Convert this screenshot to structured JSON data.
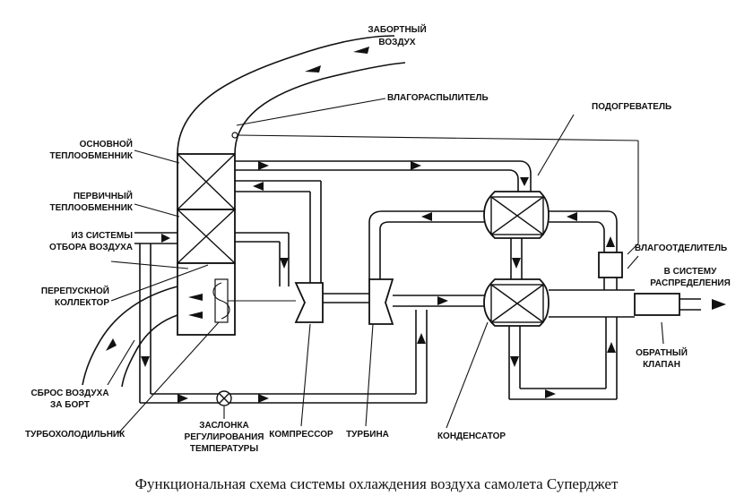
{
  "labels": {
    "intake_air": [
      "ЗАБОРТНЫЙ",
      "ВОЗДУХ"
    ],
    "water_sprayer": "ВЛАГОРАСПЫЛИТЕЛЬ",
    "main_hx": [
      "ОСНОВНОЙ",
      "ТЕПЛООБМЕННИК"
    ],
    "primary_hx": [
      "ПЕРВИЧНЫЙ",
      "ТЕПЛООБМЕННИК"
    ],
    "bleed_air": [
      "ИЗ СИСТЕМЫ",
      "ОТБОРА ВОЗДУХА"
    ],
    "bypass": [
      "ПЕРЕПУСКНОЙ",
      "КОЛЛЕКТОР"
    ],
    "dump": [
      "СБРОС ВОЗДУХА",
      "ЗА БОРТ"
    ],
    "turbocooler": "ТУРБОХОЛОДИЛЬНИК",
    "temp_valve": [
      "ЗАСЛОНКА",
      "РЕГУЛИРОВАНИЯ",
      "ТЕМПЕРАТУРЫ"
    ],
    "compressor": "КОМПРЕССОР",
    "turbine": "ТУРБИНА",
    "condenser": "КОНДЕНСАТОР",
    "reheater": "ПОДОГРЕВАТЕЛЬ",
    "water_separator": "ВЛАГООТДЕЛИТЕЛЬ",
    "distribution": [
      "В СИСТЕМУ",
      "РАСПРЕДЕЛЕНИЯ"
    ],
    "check_valve": [
      "ОБРАТНЫЙ",
      "КЛАПАН"
    ]
  },
  "caption": "Функциональная схема системы охлаждения воздуха самолета Суперджет",
  "colors": {
    "ink": "#111111",
    "background": "#ffffff"
  }
}
